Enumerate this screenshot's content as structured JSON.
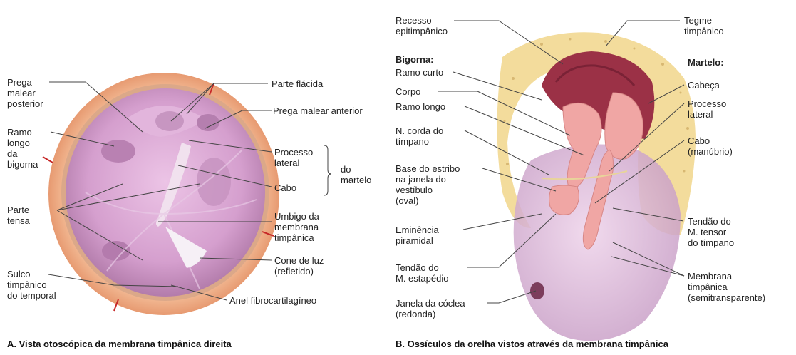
{
  "panel_a": {
    "caption": "A. Vista otoscópica da membrana timpânica direita",
    "labels": {
      "prega_malear_posterior": "Prega\nmalear\nposterior",
      "ramo_longo_bigorna": "Ramo\nlongo\nda\nbigorna",
      "parte_tensa": "Parte\ntensa",
      "sulco_timpanico": "Sulco\ntimpânico\ndo temporal",
      "parte_flacida": "Parte flácida",
      "prega_malear_anterior": "Prega malear anterior",
      "processo_lateral": "Processo\nlateral",
      "cabo": "Cabo",
      "do_martelo": "do\nmartelo",
      "umbigo": "Umbigo da\nmembrana\ntimpânica",
      "cone_de_luz": "Cone de luz\n(refletido)",
      "anel": "Anel fibrocartilagíneo"
    }
  },
  "panel_b": {
    "caption": "B. Ossículos da orelha vistos através da membrana timpânica",
    "labels": {
      "recesso": "Recesso\nepitimpânico",
      "bigorna_heading": "Bigorna:",
      "ramo_curto": "Ramo curto",
      "corpo": "Corpo",
      "ramo_longo": "Ramo longo",
      "corda": "N. corda do\ntímpano",
      "base_estribo": "Base do estribo\nna janela do\nvestíbulo\n(oval)",
      "eminencia": "Eminência\npiramidal",
      "tendao_estapedio": "Tendão do\nM. estapédio",
      "janela_coclea": "Janela da cóclea\n(redonda)",
      "tegme": "Tegme\ntimpânico",
      "martelo_heading": "Martelo:",
      "cabeca": "Cabeça",
      "processo_lateral": "Processo\nlateral",
      "cabo": "Cabo\n(manúbrio)",
      "tendao_tensor": "Tendão do\nM. tensor\ndo tímpano",
      "membrana": "Membrana\ntimpânica\n(semitransparente)"
    }
  },
  "colors": {
    "ring": "#f2b58e",
    "membrane": "#d7a1cf",
    "bone": "#f2dc9a",
    "attic": "#9a3448",
    "ossicle": "#f1a9a6",
    "leader": "#444444"
  }
}
